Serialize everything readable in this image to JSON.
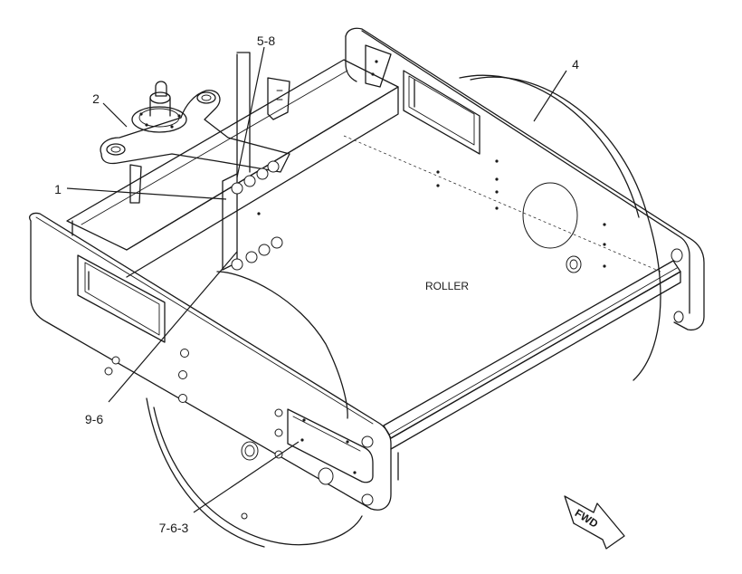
{
  "diagram": {
    "center_label": "ROLLER",
    "direction_label": "FWD",
    "callouts": [
      {
        "id": "c-5-8",
        "text": "5-8"
      },
      {
        "id": "c-4",
        "text": "4"
      },
      {
        "id": "c-2",
        "text": "2"
      },
      {
        "id": "c-1",
        "text": "1"
      },
      {
        "id": "c-9-6",
        "text": "9-6"
      },
      {
        "id": "c-7-6-3",
        "text": "7-6-3"
      }
    ]
  }
}
